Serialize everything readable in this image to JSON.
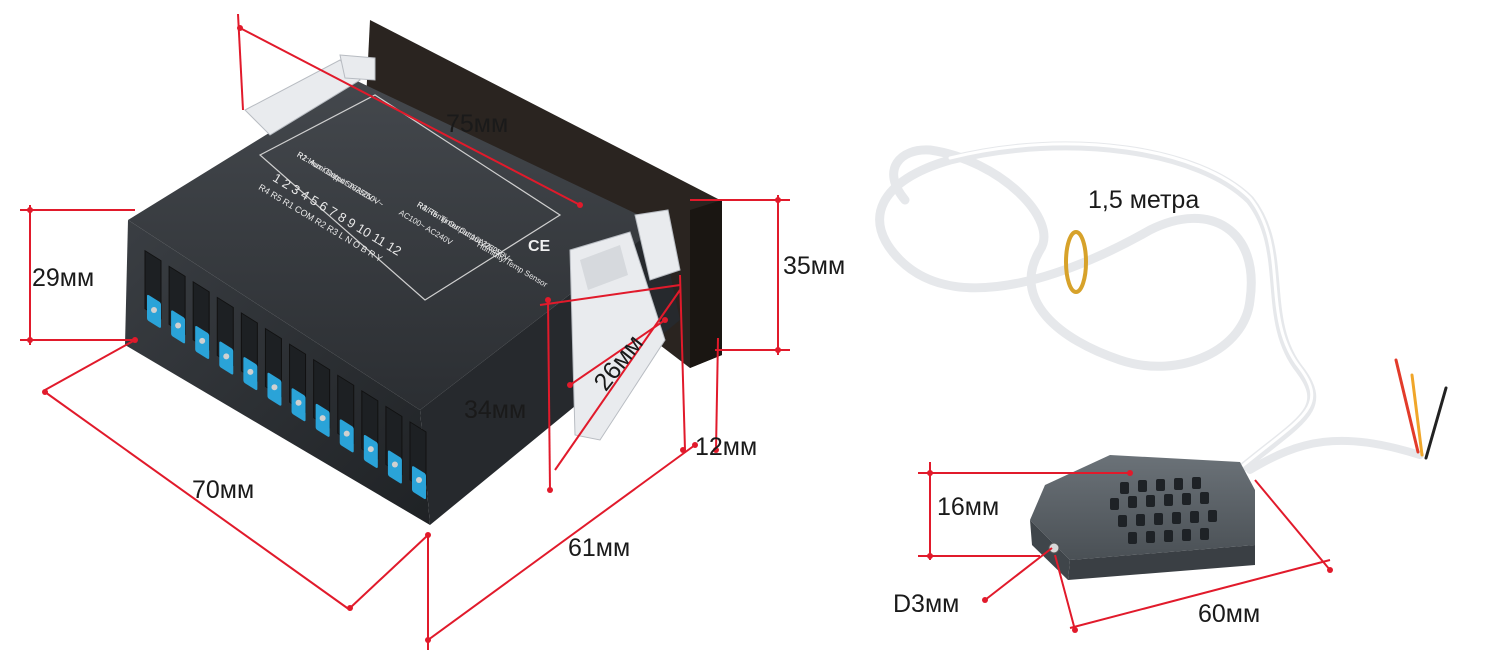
{
  "colors": {
    "dimension_line": "#e11a2b",
    "controller_body": "#2c2f33",
    "terminal_blue": "#2aa3d8",
    "clip_white": "#e9ebee",
    "sensor_gray": "#565d63",
    "cable_white": "#f3f4f6"
  },
  "controller": {
    "width_75": "75мм",
    "height_29": "29мм",
    "height_35": "35мм",
    "depth_70": "70мм",
    "depth_61": "61мм",
    "height_34": "34мм",
    "clip_26": "26мм",
    "bezel_12": "12мм",
    "label_line1": "R1: Aux Output 5A/250V~",
    "label_line2": "R2:Humi Output 16A/250V~",
    "label_line3": "R3: Temp Output 16A/250V~",
    "label_line4": "R4/R5: Timer Output 3A/250V~",
    "terminal_numbers_top": "1 2 3 4 5 6 7 8 9 10 11 12",
    "terminal_names": "R4 R5 R1 COM R2 R3 L N O B R Y",
    "power_label": "AC100~ AC240V",
    "sensor_label": "Humidity/Temp Sensor",
    "ce_mark": "CE"
  },
  "sensor": {
    "cable_length": "1,5 метра",
    "height_16": "16мм",
    "hole_d3": "D3мм",
    "length_60": "60мм"
  }
}
